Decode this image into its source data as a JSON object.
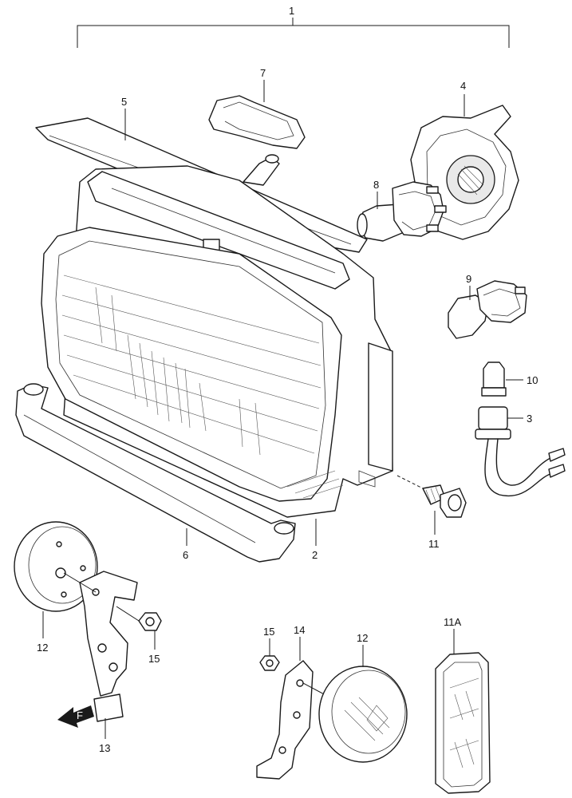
{
  "callouts": {
    "c1": "1",
    "c2": "2",
    "c3": "3",
    "c4": "4",
    "c5": "5",
    "c6": "6",
    "c7": "7",
    "c8": "8",
    "c9": "9",
    "c10": "10",
    "c11": "11",
    "c11a": "11A",
    "c12a": "12",
    "c12b": "12",
    "c13": "13",
    "c14": "14",
    "c15a": "15",
    "c15b": "15"
  },
  "badge": {
    "arrow_text": "F"
  },
  "colors": {
    "line": "#1a1a1a",
    "background": "#ffffff"
  }
}
